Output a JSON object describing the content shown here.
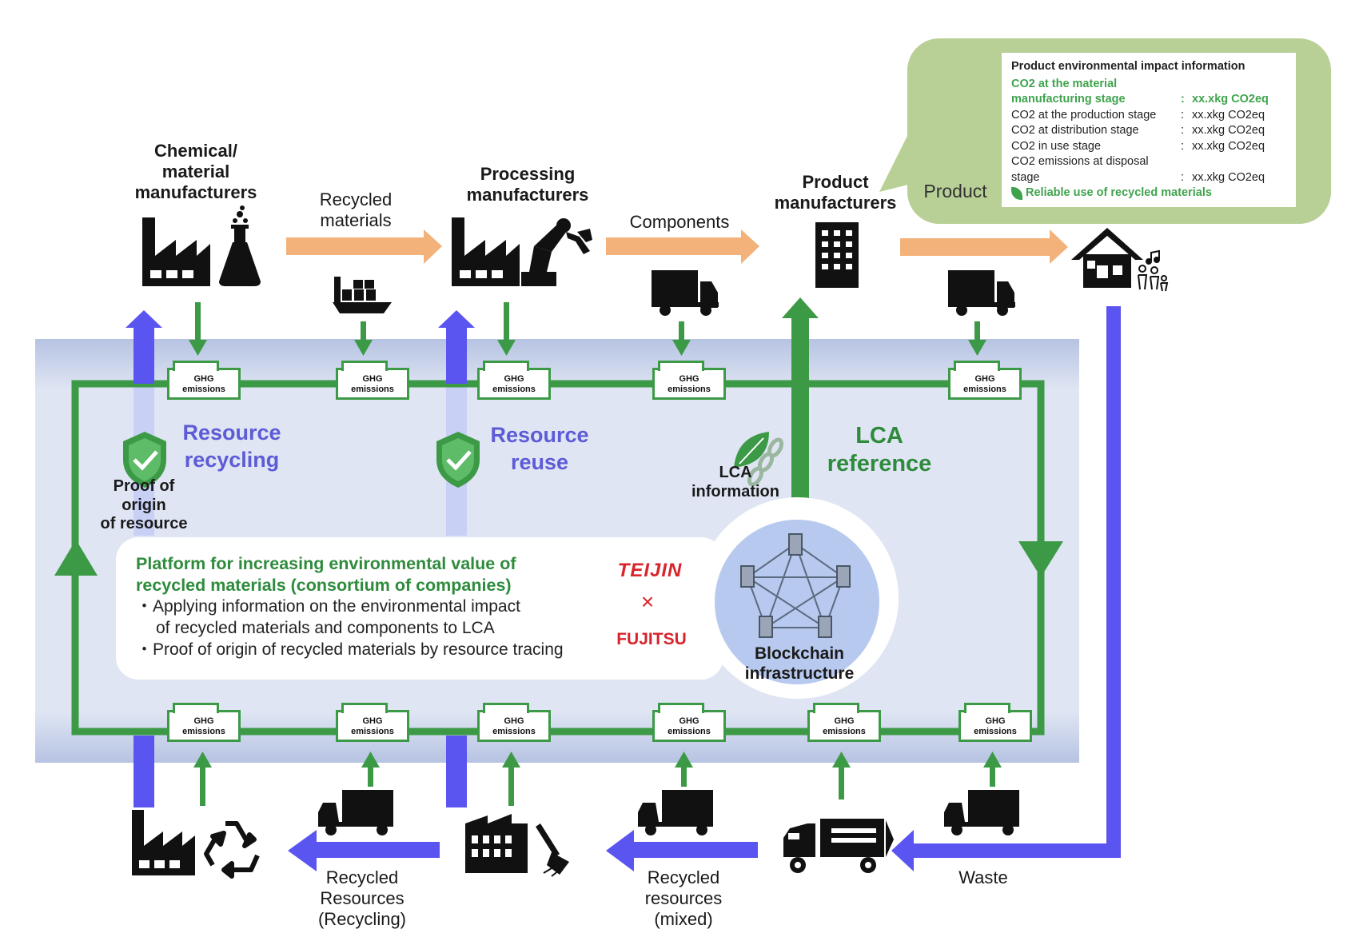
{
  "actors": {
    "chemical": "Chemical/\nmaterial\nmanufacturers",
    "processing": "Processing\nmanufacturers",
    "product": "Product\nmanufacturers"
  },
  "flows": {
    "recycled_materials": "Recycled\nmaterials",
    "components": "Components",
    "recycled_resources_recycling": "Recycled\nResources\n(Recycling)",
    "recycled_resources_mixed": "Recycled\nresources\n(mixed)",
    "waste": "Waste"
  },
  "ghg": {
    "line1": "GHG",
    "line2": "emissions"
  },
  "zones": {
    "resource_recycling": "Resource\nrecycling",
    "resource_reuse": "Resource\nreuse",
    "lca_reference": "LCA\nreference",
    "proof_of_origin": "Proof of\norigin\nof resource",
    "lca_information": "LCA\ninformation"
  },
  "product_label": "Product",
  "info_box": {
    "title": "Product environmental impact information",
    "rows": [
      {
        "key": "CO2 at the material\nmanufacturing stage",
        "value": "xx.xkg CO2eq",
        "highlight": true
      },
      {
        "key": "CO2 at the production stage",
        "value": "xx.xkg CO2eq",
        "highlight": false
      },
      {
        "key": "CO2 at distribution stage",
        "value": "xx.xkg CO2eq",
        "highlight": false
      },
      {
        "key": "CO2 in use stage",
        "value": "xx.xkg CO2eq",
        "highlight": false
      },
      {
        "key": "CO2 emissions at disposal\nstage",
        "value": "xx.xkg CO2eq",
        "highlight": false
      }
    ],
    "footer": "Reliable use of recycled materials"
  },
  "platform": {
    "title": "Platform for increasing environmental value of\nrecycled materials (consortium of companies)",
    "item1": "・Applying information on the environmental impact",
    "item1b": "of recycled materials and components to LCA",
    "item2": "・Proof of origin of recycled materials by resource tracing"
  },
  "logos": {
    "teijin": "TEIJIN",
    "times": "×",
    "fujitsu": "FUJITSU"
  },
  "blockchain": "Blockchain\ninfrastructure",
  "colors": {
    "green": "#3c9a46",
    "purple": "#5a55f0",
    "orange": "#f2b27a",
    "panel": "#b9c6e4"
  }
}
